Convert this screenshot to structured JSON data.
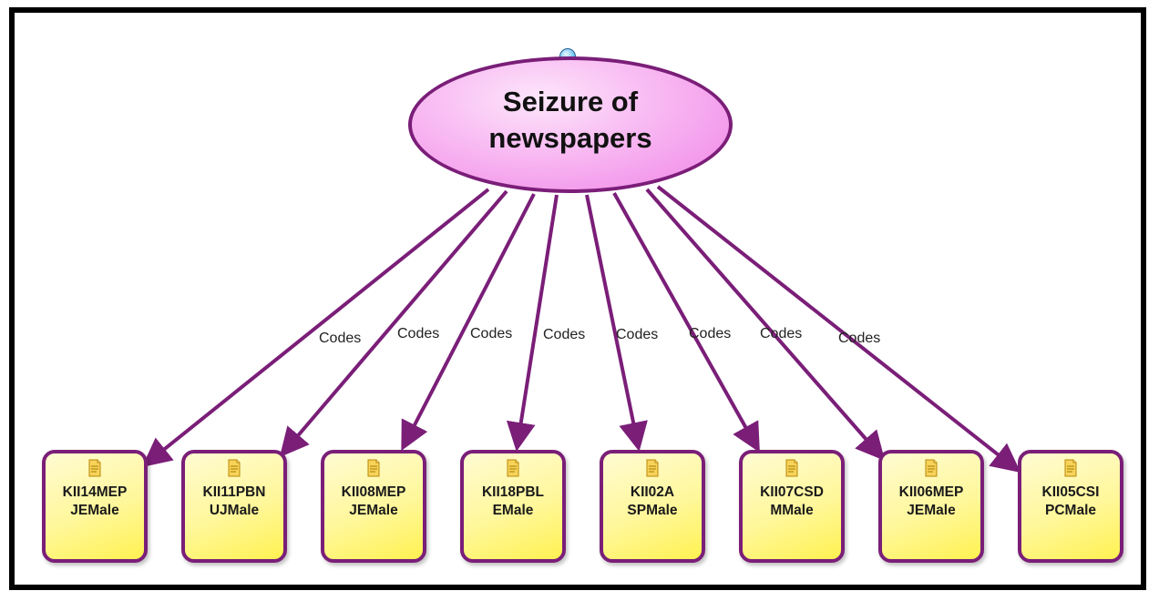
{
  "central_node": {
    "title": "Seizure of newspapers"
  },
  "edge_label": "Codes",
  "nodes": [
    {
      "label": "KII14MEPJEMale"
    },
    {
      "label": "KII11PBNUJMale"
    },
    {
      "label": "KII08MEPJEMale"
    },
    {
      "label": "KII18PBLEMale"
    },
    {
      "label": "KII02ASPMale"
    },
    {
      "label": "KII07CSDMMale"
    },
    {
      "label": "KII06MEPJEMale"
    },
    {
      "label": "KII05CSIPCMale"
    }
  ],
  "colors": {
    "connector": "#7a1e78",
    "central_fill": "#f6a8ef",
    "node_fill": "#fff79a"
  },
  "icons": {
    "central": "blue-bubble-icon",
    "node": "document-icon"
  }
}
